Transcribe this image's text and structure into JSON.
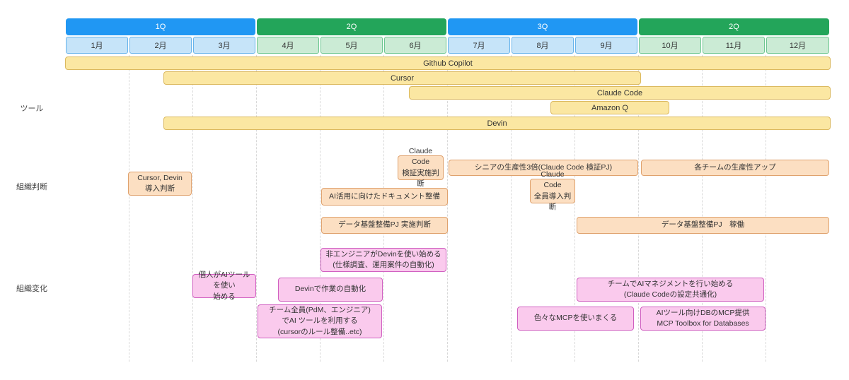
{
  "timeline": {
    "quarters": [
      {
        "label": "1Q"
      },
      {
        "label": "2Q"
      },
      {
        "label": "3Q"
      },
      {
        "label": "2Q"
      }
    ],
    "months": [
      {
        "label": "1月"
      },
      {
        "label": "2月"
      },
      {
        "label": "3月"
      },
      {
        "label": "4月"
      },
      {
        "label": "5月"
      },
      {
        "label": "6月"
      },
      {
        "label": "7月"
      },
      {
        "label": "8月"
      },
      {
        "label": "9月"
      },
      {
        "label": "10月"
      },
      {
        "label": "11月"
      },
      {
        "label": "12月"
      }
    ]
  },
  "rows": {
    "tools": {
      "label": "ツール",
      "bars": [
        {
          "label": "Github Copilot",
          "start": "1月",
          "end": "12月"
        },
        {
          "label": "Cursor",
          "start": "2月",
          "end": "9月"
        },
        {
          "label": "Claude Code",
          "start": "6月",
          "end": "12月"
        },
        {
          "label": "Amazon Q",
          "start": "8月",
          "end": "9月"
        },
        {
          "label": "Devin",
          "start": "2月",
          "end": "12月"
        }
      ]
    },
    "org_decision": {
      "label": "組織判断",
      "boxes": [
        {
          "lines": [
            "Cursor, Devin",
            "導入判断"
          ]
        },
        {
          "lines": [
            "Claude Code",
            "検証実施判断"
          ]
        },
        {
          "lines": [
            "シニアの生産性3倍(Claude Code 検証PJ)"
          ]
        },
        {
          "lines": [
            "各チームの生産性アップ"
          ]
        },
        {
          "lines": [
            "AI活用に向けたドキュメント整備"
          ]
        },
        {
          "lines": [
            "Claude Code",
            "全員導入判断"
          ]
        },
        {
          "lines": [
            "データ基盤整備PJ 実施判断"
          ]
        },
        {
          "lines": [
            "データ基盤整備PJ　稼働"
          ]
        }
      ]
    },
    "org_change": {
      "label": "組織変化",
      "boxes": [
        {
          "lines": [
            "非エンジニアがDevinを使い始める",
            "(仕様調査、運用案件の自動化)"
          ]
        },
        {
          "lines": [
            "個人がAIツールを使い",
            "始める"
          ]
        },
        {
          "lines": [
            "Devinで作業の自動化"
          ]
        },
        {
          "lines": [
            "チーム全員(PdM、エンジニア)",
            "でAI ツールを利用する",
            "(cursorのルール整備..etc)"
          ]
        },
        {
          "lines": [
            "チームでAIマネジメントを行い始める",
            "(Claude Codeの設定共通化)"
          ]
        },
        {
          "lines": [
            "色々なMCPを使いまくる"
          ]
        },
        {
          "lines": [
            "AIツール向けDBのMCP提供",
            "MCP Toolbox for Databases"
          ]
        }
      ]
    }
  },
  "colors": {
    "quarter_blue": "#2097f3",
    "quarter_green": "#23a55a",
    "month_blue_fill": "#c6e4f9",
    "month_green_fill": "#cbebd5",
    "tool_bar_fill": "#fbe7a2",
    "tool_bar_border": "#dbb95f",
    "decision_fill": "#fcdfc2",
    "decision_border": "#dfa26e",
    "change_fill": "#facaed",
    "change_border": "#d05fc0",
    "gridline": "#d8d8d8"
  }
}
